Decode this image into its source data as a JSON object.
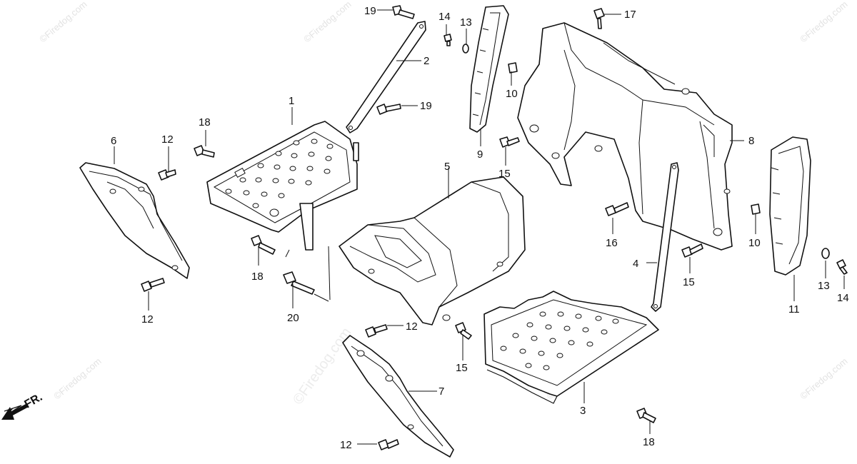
{
  "diagram": {
    "callouts": [
      {
        "id": "c19a",
        "text": "19"
      },
      {
        "id": "c2",
        "text": "2"
      },
      {
        "id": "c19b",
        "text": "19"
      },
      {
        "id": "c14a",
        "text": "14"
      },
      {
        "id": "c13a",
        "text": "13"
      },
      {
        "id": "c10a",
        "text": "10"
      },
      {
        "id": "c9",
        "text": "9"
      },
      {
        "id": "c15a",
        "text": "15"
      },
      {
        "id": "c17",
        "text": "17"
      },
      {
        "id": "c8",
        "text": "8"
      },
      {
        "id": "c18a",
        "text": "18"
      },
      {
        "id": "c1",
        "text": "1"
      },
      {
        "id": "c6",
        "text": "6"
      },
      {
        "id": "c12a",
        "text": "12"
      },
      {
        "id": "c18b",
        "text": "18"
      },
      {
        "id": "c12b",
        "text": "12"
      },
      {
        "id": "c20",
        "text": "20"
      },
      {
        "id": "c5",
        "text": "5"
      },
      {
        "id": "c12c",
        "text": "12"
      },
      {
        "id": "c15b",
        "text": "15"
      },
      {
        "id": "c7",
        "text": "7"
      },
      {
        "id": "c12d",
        "text": "12"
      },
      {
        "id": "c3",
        "text": "3"
      },
      {
        "id": "c18c",
        "text": "18"
      },
      {
        "id": "c16",
        "text": "16"
      },
      {
        "id": "c4",
        "text": "4"
      },
      {
        "id": "c15c",
        "text": "15"
      },
      {
        "id": "c10b",
        "text": "10"
      },
      {
        "id": "c11",
        "text": "11"
      },
      {
        "id": "c13b",
        "text": "13"
      },
      {
        "id": "c14b",
        "text": "14"
      }
    ],
    "front_indicator": "FR.",
    "watermark": "©Firedog.com"
  }
}
